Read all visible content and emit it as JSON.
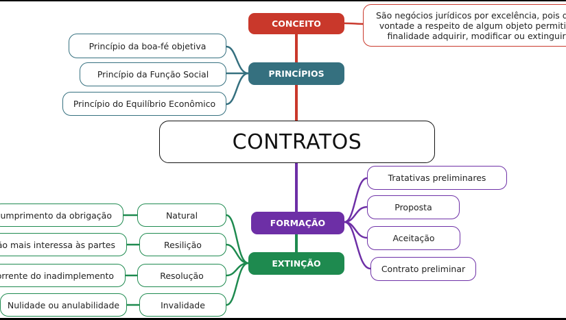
{
  "central": "CONTRATOS",
  "conceito": {
    "label": "CONCEITO",
    "note": [
      "São negócios jurídicos por excelência, pois decorrem d",
      "vontade a respeito de algum objeto permitido pelo di",
      "finalidade adquirir, modificar ou extinguir direitos"
    ]
  },
  "principios": {
    "label": "PRINCÍPIOS",
    "items": [
      "Princípio da boa-fé objetiva",
      "Princípio da Função Social",
      "Princípio do Equilíbrio Econômico"
    ]
  },
  "formacao": {
    "label": "FORMAÇÃO",
    "items": [
      "Tratativas preliminares",
      "Proposta",
      "Aceitação",
      "Contrato preliminar"
    ]
  },
  "extincao": {
    "label": "EXTINÇÃO",
    "items": [
      {
        "label": "Natural",
        "detail": "Cumprimento da obrigação"
      },
      {
        "label": "Resilição",
        "detail": "Não mais interessa às partes"
      },
      {
        "label": "Resolução",
        "detail": "Decorrente do inadimplemento"
      },
      {
        "label": "Invalidade",
        "detail": "Nulidade ou anulabilidade"
      }
    ]
  },
  "colors": {
    "conceito": "#c9382b",
    "principios": "#35707f",
    "formacao": "#6d2fa6",
    "extincao": "#1e8a4f"
  }
}
